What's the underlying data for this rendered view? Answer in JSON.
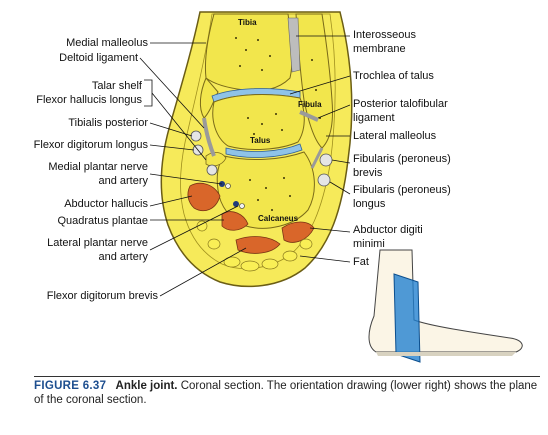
{
  "figure": {
    "number": "FIGURE 6.37",
    "title": "Ankle joint.",
    "caption": "Coronal section. The orientation drawing (lower right) shows the plane of the coronal section."
  },
  "inner_labels": {
    "tibia": "Tibia",
    "fibula": "Fibula",
    "talus": "Talus",
    "calcaneus": "Calcaneus"
  },
  "left_labels": [
    "Medial malleolus",
    "Deltoid ligament",
    "Talar shelf",
    "Flexor hallucis longus",
    "Tibialis posterior",
    "Flexor digitorum longus",
    "Medial plantar nerve",
    "and artery",
    "Abductor hallucis",
    "Quadratus plantae",
    "Lateral plantar nerve",
    "and artery",
    "Flexor digitorum brevis"
  ],
  "right_labels": [
    "Interosseous",
    "membrane",
    "Trochlea of talus",
    "Posterior talofibular",
    "ligament",
    "Lateral malleolus",
    "Fibularis (peroneus)",
    "brevis",
    "Fibularis (peroneus)",
    "longus",
    "Abductor digiti",
    "minimi",
    "Fat"
  ],
  "colors": {
    "bone": "#f2e64c",
    "bone_outline": "#7a6a18",
    "cartilage": "#8fc3e8",
    "fat": "#f4e93a",
    "muscle": "#d9662a",
    "vessel": "#1e3a7a",
    "ligament": "#cfcfcf",
    "orientation_plane": "#1f7fd0"
  }
}
